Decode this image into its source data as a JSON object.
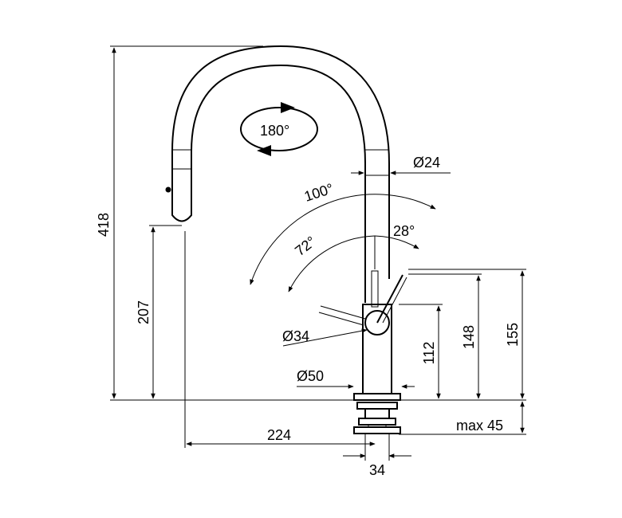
{
  "dimensions": {
    "total_height": "418",
    "spout_height": "207",
    "lever_height": "155",
    "body_height": "148",
    "base_height": "112",
    "max_deck": "max 45",
    "reach": "224",
    "base_width": "34",
    "spout_diameter": "Ø24",
    "lever_diameter": "Ø34",
    "base_diameter": "Ø50"
  },
  "angles": {
    "rotation": "180°",
    "lever_total": "100°",
    "lever_partial": "72°",
    "lever_back": "28°"
  }
}
